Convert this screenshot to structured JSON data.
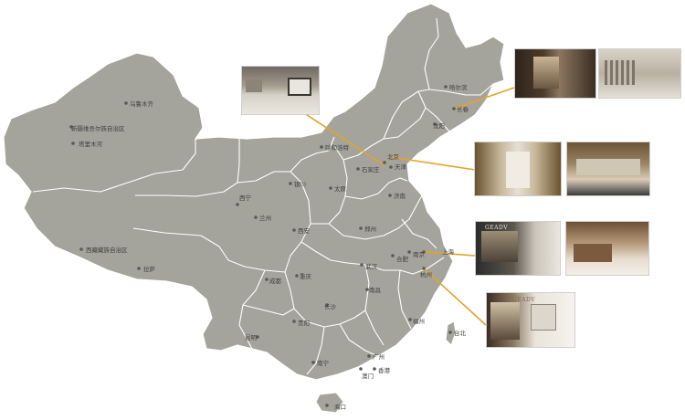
{
  "cities": [
    {
      "id": "urumqi",
      "name": "乌鲁木齐"
    },
    {
      "id": "bingtuan",
      "name": "新疆维吾尔族自治区"
    },
    {
      "id": "tacheng",
      "name": "塔里木河"
    },
    {
      "id": "tibet",
      "name": "西藏藏族自治区"
    },
    {
      "id": "lhasa",
      "name": "拉萨"
    },
    {
      "id": "xining",
      "name": "西宁"
    },
    {
      "id": "lanzhou",
      "name": "兰州"
    },
    {
      "id": "yinchuan",
      "name": "银川"
    },
    {
      "id": "hohhot",
      "name": "呼和浩特"
    },
    {
      "id": "beijing",
      "name": "北京"
    },
    {
      "id": "tianjin",
      "name": "天津"
    },
    {
      "id": "shijiazhuang",
      "name": "石家庄"
    },
    {
      "id": "taiyuan",
      "name": "太原"
    },
    {
      "id": "jinan",
      "name": "济南"
    },
    {
      "id": "xian",
      "name": "西安"
    },
    {
      "id": "zhengzhou",
      "name": "郑州"
    },
    {
      "id": "hefei",
      "name": "合肥"
    },
    {
      "id": "nanjing",
      "name": "南京"
    },
    {
      "id": "shanghai",
      "name": "上海"
    },
    {
      "id": "hangzhou",
      "name": "杭州"
    },
    {
      "id": "wuhan",
      "name": "武汉"
    },
    {
      "id": "chengdu",
      "name": "成都"
    },
    {
      "id": "chongqing",
      "name": "重庆"
    },
    {
      "id": "changsha",
      "name": "长沙"
    },
    {
      "id": "nanchang",
      "name": "南昌"
    },
    {
      "id": "fuzhou",
      "name": "福州"
    },
    {
      "id": "taipei",
      "name": "台北"
    },
    {
      "id": "guiyang",
      "name": "贵阳"
    },
    {
      "id": "kunming",
      "name": "昆明"
    },
    {
      "id": "nanning",
      "name": "南宁"
    },
    {
      "id": "guangzhou",
      "name": "广州"
    },
    {
      "id": "hongkong",
      "name": "香港"
    },
    {
      "id": "macau",
      "name": "澳门"
    },
    {
      "id": "haikou",
      "name": "海口"
    },
    {
      "id": "harbin",
      "name": "哈尔滨"
    },
    {
      "id": "changchun",
      "name": "长春"
    },
    {
      "id": "shenyang",
      "name": "沈阳"
    }
  ],
  "store_photos": [
    {
      "id": "photo-beijing-mall",
      "city": "北京"
    },
    {
      "id": "photo-changchun-store-front",
      "city": "长春"
    },
    {
      "id": "photo-changchun-store-interior",
      "city": "长春"
    },
    {
      "id": "photo-tianjin-corridor",
      "city": "天津"
    },
    {
      "id": "photo-tianjin-interior",
      "city": "天津"
    },
    {
      "id": "photo-shanghai-storefront",
      "city": "上海",
      "sign": "GEADV"
    },
    {
      "id": "photo-shanghai-interior",
      "city": "上海"
    },
    {
      "id": "photo-hangzhou-storefront",
      "city": "杭州",
      "sign": "GEADV"
    }
  ],
  "colors": {
    "land": "#a4a49c",
    "border": "#ffffff",
    "leader": "#e3a328",
    "dot": "#5a5a5a"
  }
}
